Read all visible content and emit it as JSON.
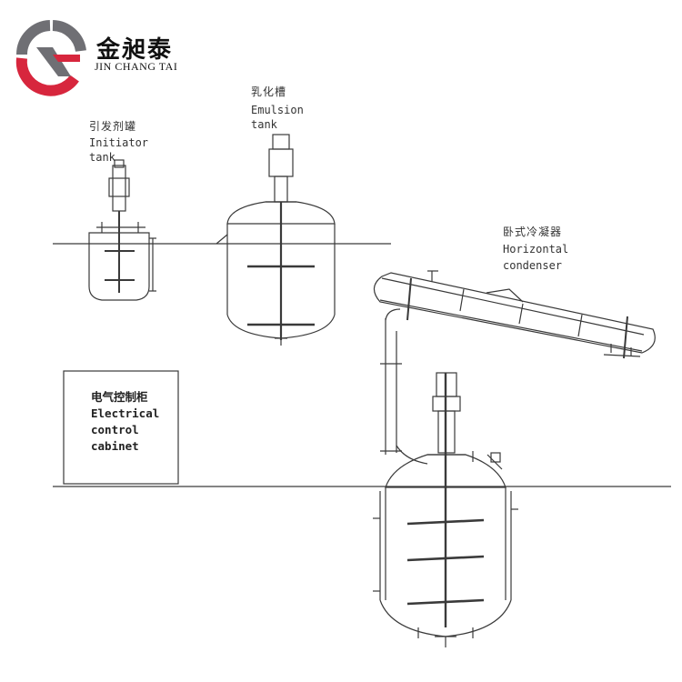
{
  "brand": {
    "name_cn": "金昶泰",
    "name_en": "JIN CHANG TAI"
  },
  "labels": {
    "emulsion_tank": {
      "cn": "乳化槽",
      "en1": "Emulsion",
      "en2": "tank"
    },
    "initiator_tank": {
      "cn": "引发剂罐",
      "en1": "Initiator",
      "en2": "tank"
    },
    "condenser": {
      "cn": "卧式冷凝器",
      "en1": "Horizontal",
      "en2": "condenser"
    },
    "cabinet": {
      "cn": "电气控制柜",
      "en1": "Electrical",
      "en2": "control",
      "en3": "cabinet"
    }
  },
  "colors": {
    "logo_red": "#d7263d",
    "logo_gray": "#6f6f74",
    "line": "#3a3a3a"
  }
}
